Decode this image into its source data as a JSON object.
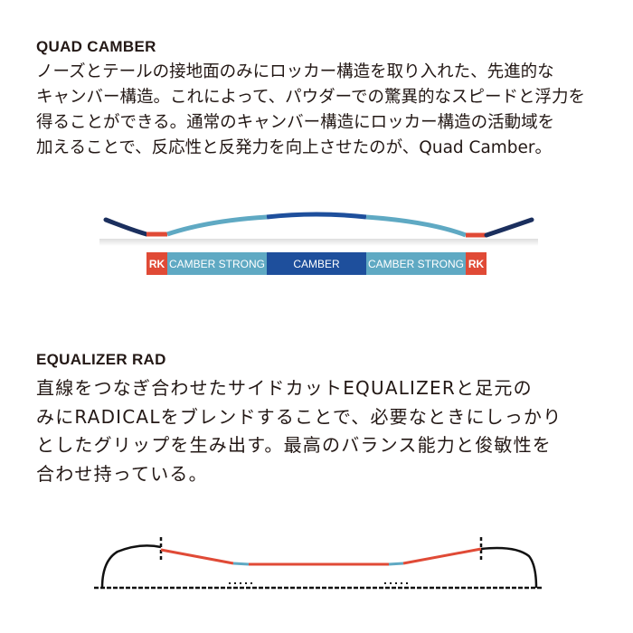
{
  "quad": {
    "title": "QUAD CAMBER",
    "lines": [
      "ノーズとテールの接地面のみにロッカー構造を取り入れた、先進的な",
      "キャンバー構造。これによって、パウダーでの驚異的なスピードと浮力を",
      "得ることができる。通常のキャンバー構造にロッカー構造の活動域を",
      "加えることで、反応性と反発力を向上させたのが、Quad Camber。"
    ],
    "segments": [
      {
        "label": "RK",
        "color": "#e04a36"
      },
      {
        "label": "CAMBER STRONG",
        "color": "#5fa9c3"
      },
      {
        "label": "CAMBER",
        "color": "#1e4f9c"
      },
      {
        "label": "CAMBER STRONG",
        "color": "#5fa9c3"
      },
      {
        "label": "RK",
        "color": "#e04a36"
      }
    ]
  },
  "equalizer": {
    "title": "EQUALIZER RAD",
    "lines": [
      "直線をつなぎ合わせたサイドカットEQUALIZERと足元の",
      "みにRADICALをブレンドすることで、必要なときにしっかり",
      "としたグリップを生み出す。最高のバランス能力と俊敏性を",
      "合わせ持っている。"
    ]
  },
  "colors": {
    "navy": "#1b2f5e",
    "red": "#e04a36",
    "lightblue": "#5fa9c3",
    "blue": "#1e4f9c"
  }
}
